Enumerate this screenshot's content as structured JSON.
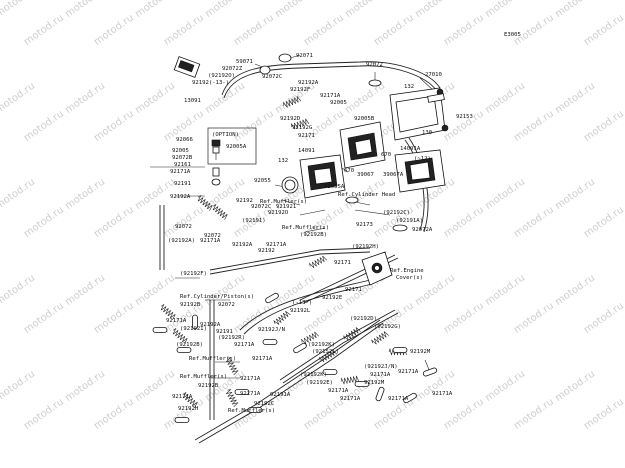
{
  "figure_code": "E3005",
  "watermark": "motod.ru",
  "option_label": "(OPTION)",
  "labels": {
    "l59071": "59071",
    "l92071": "92071",
    "l92072z": "92072Z",
    "l92192o": "(92192O)",
    "l92192_13": "92192(-13-)",
    "l13091": "13091",
    "l92072c": "92072C",
    "l92192a_t": "92192A",
    "l92192f": "92192F",
    "l92171a_t": "92171A",
    "l92005": "92005",
    "l92192d": "92192D",
    "l92192g": "92192G",
    "l92171": "92171",
    "l92005b": "92005B",
    "l92072": "92072",
    "l27010": "27010",
    "l132": "132",
    "l92153": "92153",
    "l130": "130",
    "l14091a": "14091A",
    "l92066": "92066",
    "l92005a": "92005A",
    "l92005_b": "92005",
    "l92072b": "92072B",
    "l92161": "92161",
    "l92171a": "92171A",
    "l92191": "92191",
    "l92192a": "92192A",
    "l132b": "132",
    "l14091": "14091",
    "l92055": "92055",
    "l92055a": "92055A",
    "l670": "670",
    "l670b": "670",
    "l39067": "39067",
    "l39067a": "39067A",
    "l12": "(~12)",
    "l92192x": "92192",
    "l92072cx": "92072C",
    "l92192ox": "92192O",
    "l92191x": "(92191)",
    "l92072d": "92072",
    "l92192ax": "92192A",
    "l92171ax": "92171A",
    "l92192a2": "(92192A)",
    "l92171a2": "92171A",
    "l92192b": "(92192B)",
    "l92192h": "(92192H)",
    "l92192c": "(92192C)",
    "l92191a": "(92191A)",
    "l92072a": "92072A",
    "l92173": "92173",
    "l92192f2": "(92192F)",
    "ref_muffler1": "Ref.Muffler(s)",
    "ref_muffler2": "Ref.Muffler(s)",
    "ref_cyl_head": "Ref.Cylinder Head",
    "ref_engine": "Ref.Engine",
    "ref_cover": "Cover(s)",
    "l92171x": "92171",
    "l92171a3": "92171A",
    "l92192e": "92192E",
    "ref_cyl_piston": "Ref.Cylinder/Piston(s)",
    "l92192b2": "92192B",
    "l92072e": "92072",
    "l92171a4": "92171A",
    "l92192i": "(92192I)",
    "l92192b3": "(92192B)",
    "l92192_13b": "(-13-)",
    "l92192l": "92192L",
    "l92192n": "92192J/N",
    "l92192d2": "(92192D)",
    "l92192g2": "(92192G)",
    "l92171a5": "92171A",
    "l92192k": "(92192K)",
    "l92152l": "(92152L)",
    "ref_muffler3": "Ref.Muffler(s)",
    "l92171ay": "92171A",
    "l92192jn": "(92192J/N)",
    "l92192m": "92192M",
    "l92171az": "92171A",
    "l92171a6": "92171A",
    "l92192k2": "(92192K)",
    "l92192e2": "(92192E)",
    "l92192m2": "92192M",
    "ref_muffler4": "Ref.Muffler(s)",
    "l92192b4": "92192B",
    "l92171a7": "92171A",
    "l92171a8": "92171A",
    "l92171z": "92171",
    "l92171a9": "92171A",
    "l92171a10": "92171A",
    "l92192h2": "92192H",
    "l92192c2": "92192C",
    "ref_muffler5": "Ref.Muffler(s)",
    "l92191a2": "92191A",
    "l92171a11": "92171A",
    "l92171a12": "92171A",
    "l921921": "921921",
    "l92192a3": "92192A",
    "l92072f": "92072",
    "l92192r": "(92192R)",
    "l92191b": "92191",
    "l92192y": "92192"
  }
}
